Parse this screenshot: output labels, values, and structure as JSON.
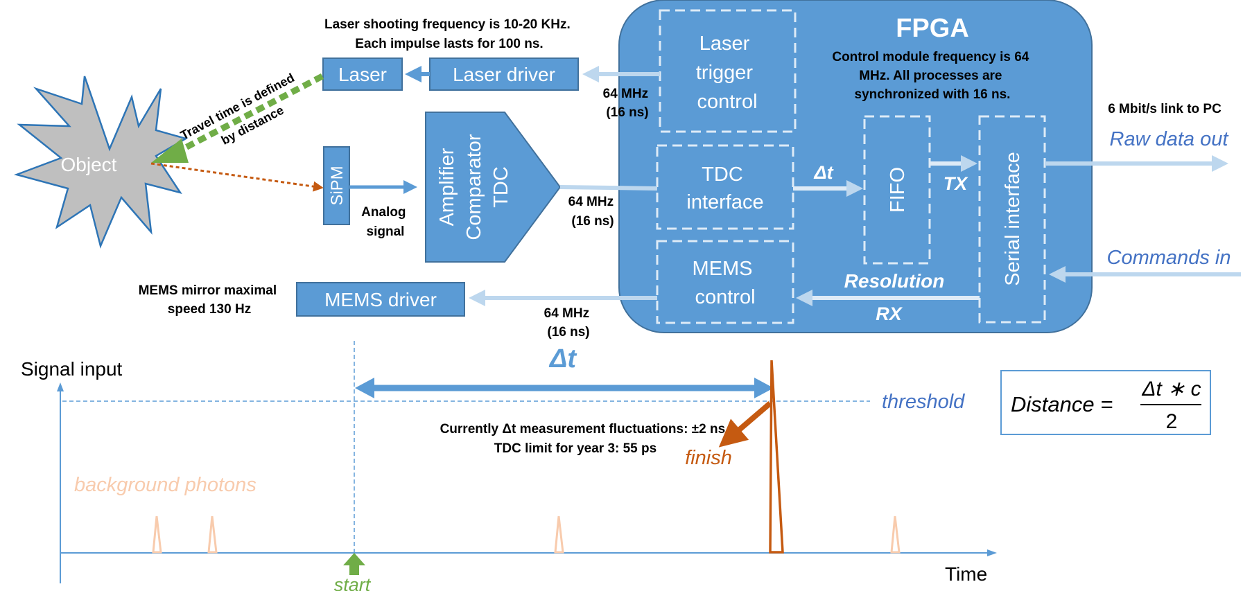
{
  "fpga": {
    "title": "FPGA",
    "note": [
      "Control module frequency is 64",
      "MHz. All processes are",
      "synchronized with 16 ns."
    ],
    "laser_trigger": [
      "Laser",
      "trigger",
      "control"
    ],
    "tdc_interface": [
      "TDC",
      "interface"
    ],
    "mems_control": [
      "MEMS",
      "control"
    ],
    "fifo": "FIFO",
    "serial": "Serial interface",
    "delta_t": "Δt",
    "tx": "TX",
    "rx": "RX",
    "resolution": "Resolution"
  },
  "laser": {
    "label": "Laser",
    "driver": "Laser driver",
    "note": [
      "Laser shooting frequency is 10-20 KHz.",
      "Each impulse lasts for 100 ns."
    ]
  },
  "clock_labels": {
    "laser": [
      "64 MHz",
      "(16 ns)"
    ],
    "tdc": [
      "64 MHz",
      "(16 ns)"
    ],
    "mems": [
      "64 MHz",
      "(16 ns)"
    ]
  },
  "object": {
    "label": "Object"
  },
  "travel": [
    "Travel time is defined",
    "by distance"
  ],
  "sipm": "SiPM",
  "analog": [
    "Analog",
    "signal"
  ],
  "amp": [
    "Amplifier",
    "Comparator",
    "TDC"
  ],
  "mems": {
    "driver": "MEMS driver",
    "note": [
      "MEMS mirror maximal",
      "speed 130 Hz"
    ]
  },
  "pc": {
    "link": "6 Mbit/s link to PC",
    "out": "Raw data out",
    "in": "Commands in"
  },
  "timing": {
    "ylabel": "Signal input",
    "xlabel": "Time",
    "threshold": "threshold",
    "delta_t": "Δt",
    "background": "background photons",
    "start": "start",
    "finish": "finish",
    "fluct": [
      "Currently Δt measurement fluctuations: ±2 ns",
      "TDC limit for year 3: 55 ps"
    ]
  },
  "formula": {
    "lhs": "Distance =",
    "num": "Δt ∗ c",
    "den": "2"
  },
  "colors": {
    "fpga": "#5b9bd5",
    "block": "#5b9bd5",
    "light_arrow": "#bdd7ee",
    "link_text": "#4472c4",
    "laser_path": "#70ad47",
    "signal_path": "#c55a11",
    "bg_photon": "#f8cbad"
  }
}
